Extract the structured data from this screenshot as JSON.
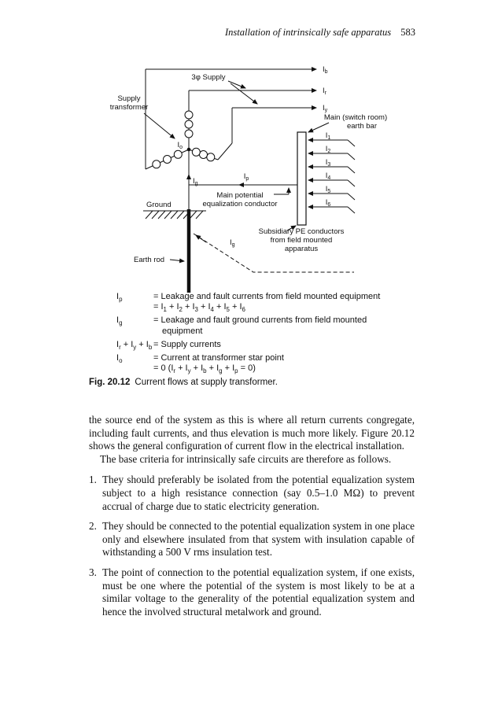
{
  "header": {
    "running_title": "Installation of intrinsically safe apparatus",
    "page_number": "583"
  },
  "figure": {
    "supply": {
      "three_phase_label": "3φ Supply",
      "ib": "I_{b}",
      "ir": "I_{r}",
      "iy": "I_{y}"
    },
    "transformer": {
      "label_line1": "Supply",
      "label_line2": "transformer",
      "star_point": "I_{o}"
    },
    "earth_bar": {
      "label_line1": "Main (switch room)",
      "label_line2": "earth bar",
      "currents": [
        "I_{1}",
        "I_{2}",
        "I_{3}",
        "I_{4}",
        "I_{5}",
        "I_{6}"
      ]
    },
    "pe_conductor": {
      "ip": "I_{p}",
      "label_line1": "Main potential",
      "label_line2": "equalization conductor"
    },
    "ground": {
      "ig": "I_{g}",
      "ground_label": "Ground",
      "earth_rod_label": "Earth rod",
      "ig_return": "I_{g}"
    },
    "subsidiary": {
      "label_line1": "Subsidiary PE conductors",
      "label_line2": "from field mounted",
      "label_line3": "apparatus"
    }
  },
  "legend": {
    "rows": [
      {
        "term": "I_{p}",
        "def": "= Leakage and fault currents from field mounted equipment"
      },
      {
        "term": "",
        "def": "= I_{1} + I_{2} + I_{3} + I_{4} + I_{5} + I_{6}"
      },
      {
        "term": "I_{g}",
        "def": "= Leakage and fault ground currents from field mounted"
      },
      {
        "term": "",
        "def": "equipment"
      },
      {
        "term": "I_{r} + I_{y} + I_{b}",
        "def": "= Supply currents"
      },
      {
        "term": "I_{o}",
        "def": "= Current at transformer star point"
      },
      {
        "term": "",
        "def": "= 0 (I_{r} + I_{y} + I_{b} + I_{g} + I_{p} = 0)"
      }
    ]
  },
  "caption": {
    "tag": "Fig. 20.12",
    "text": "Current flows at supply transformer."
  },
  "body": {
    "para1": "the source end of the system as this is where all return currents congregate, including fault currents, and thus elevation is much more likely. Figure 20.12 shows the general configuration of current flow in the electrical installation.",
    "para2": "The base criteria for intrinsically safe circuits are therefore as follows.",
    "list": [
      {
        "num": "1.",
        "text": "They should preferably be isolated from the potential equalization system subject to a high resistance connection (say 0.5–1.0 MΩ) to prevent accrual of charge due to static electricity generation."
      },
      {
        "num": "2.",
        "text": "They should be connected to the potential equalization system in one place only and elsewhere insulated from that system with insulation capable of withstanding a 500 V rms insulation test."
      },
      {
        "num": "3.",
        "text": "The point of connection to the potential equalization system, if one exists, must be one where the potential of the system is most likely to be at a similar voltage to the generality of the potential equalization system and hence the involved structural metalwork and ground."
      }
    ]
  }
}
